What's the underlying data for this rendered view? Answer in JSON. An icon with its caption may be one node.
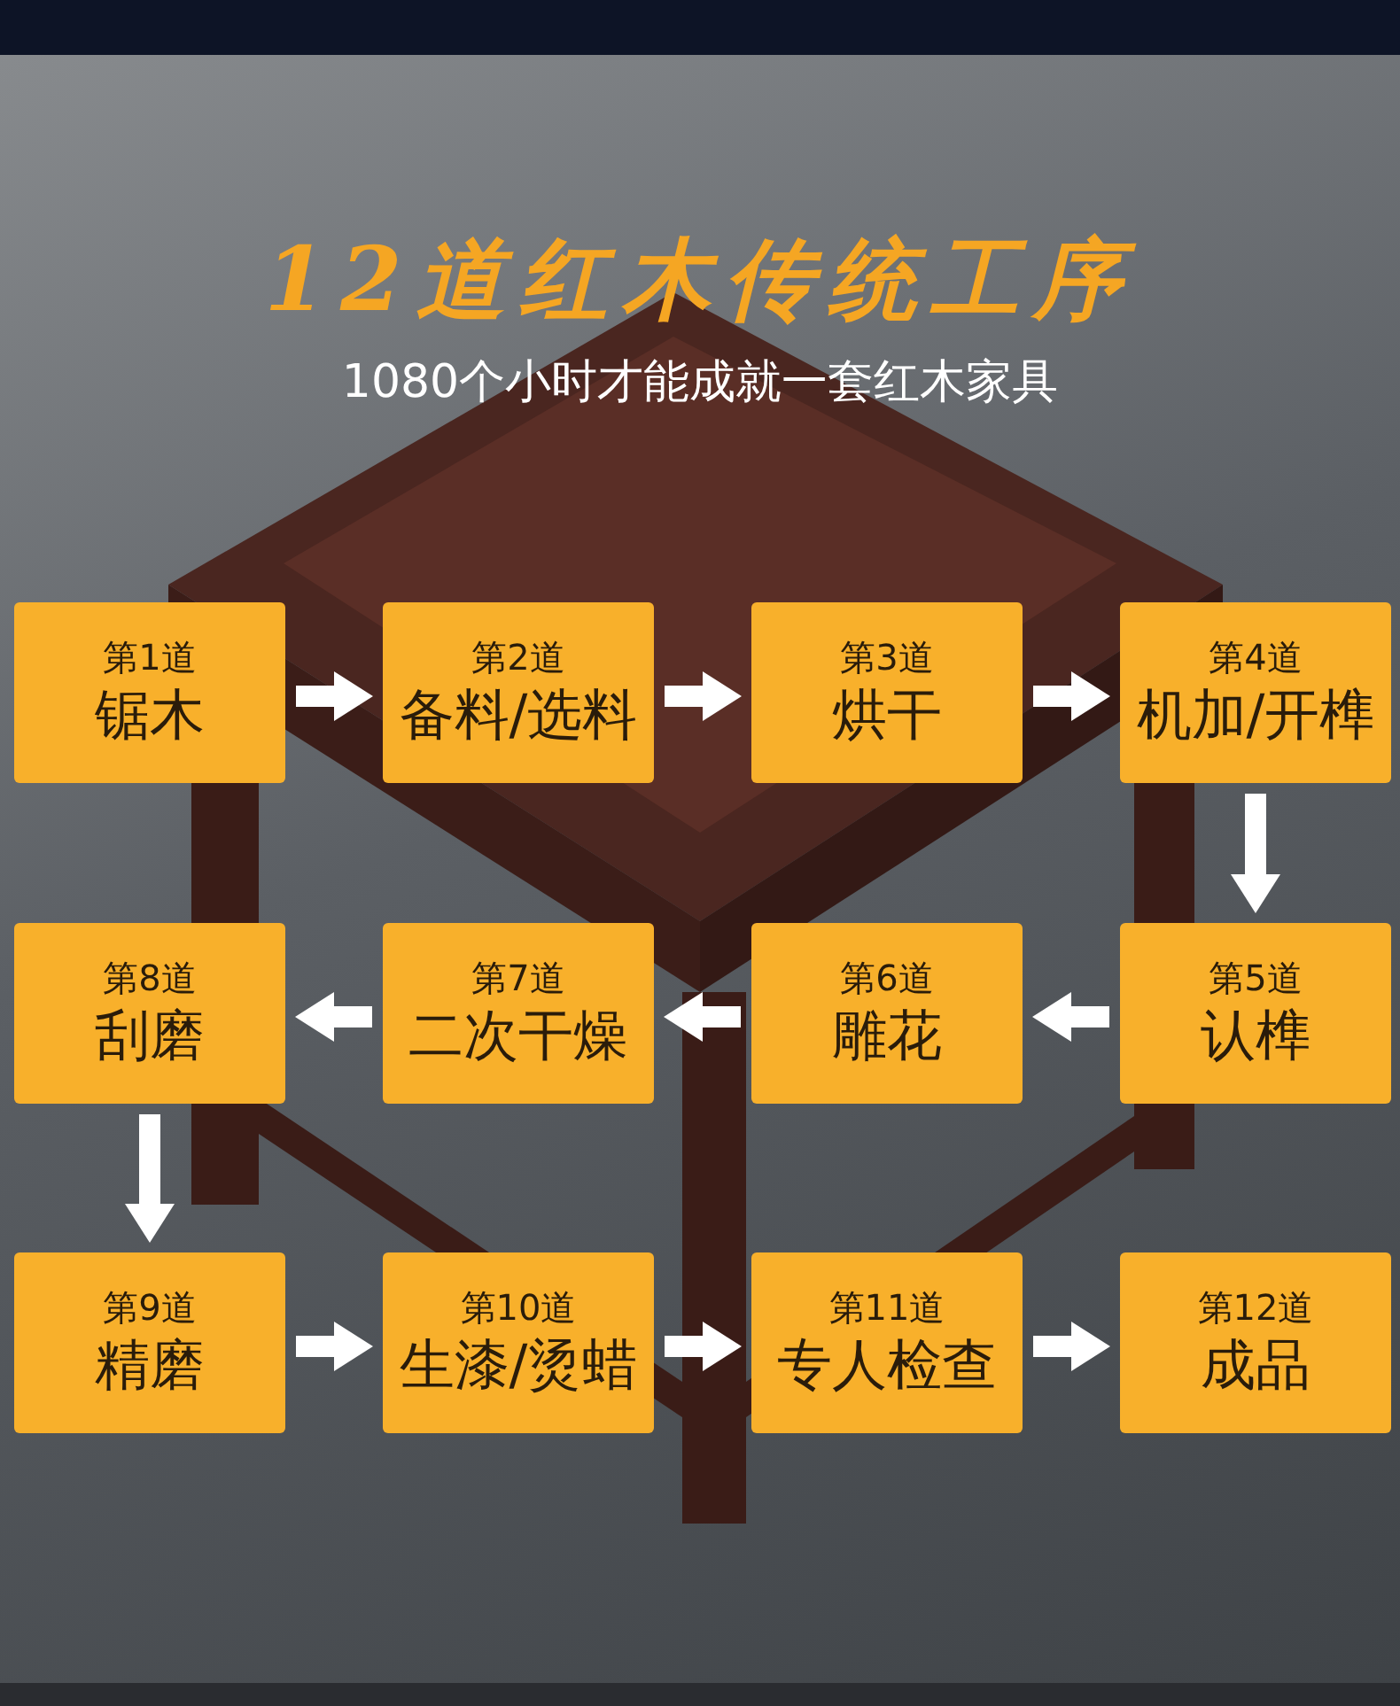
{
  "diagram": {
    "title": "12道红木传统工序",
    "nodes": [
      {
        "text": [
          "第1道",
          "锯木"
        ]
      },
      {
        "text": [
          "第2道",
          "备料/选料"
        ]
      },
      {
        "text": [
          "第3道",
          "烘干"
        ]
      },
      {
        "text": [
          "第4道",
          "机加/开榫"
        ]
      },
      {
        "text": [
          "第5道",
          "认榫"
        ]
      },
      {
        "text": [
          "第6道",
          "雕花"
        ]
      },
      {
        "text": [
          "第7道",
          "二次干燥"
        ]
      },
      {
        "text": [
          "第8道",
          "刮磨"
        ]
      },
      {
        "text": [
          "第9道",
          "精磨"
        ]
      },
      {
        "text": [
          "第10道",
          "生漆/烫蜡"
        ]
      },
      {
        "text": [
          "第11道",
          "专人检查"
        ]
      },
      {
        "text": [
          "第12道",
          "成品"
        ]
      }
    ],
    "edges": [
      {
        "from": 0,
        "to": 1,
        "arrow": "to"
      },
      {
        "from": 1,
        "to": 2,
        "arrow": "to"
      },
      {
        "from": 2,
        "to": 3,
        "arrow": "to"
      },
      {
        "from": 3,
        "to": 4,
        "arrow": "to"
      },
      {
        "from": 4,
        "to": 5,
        "arrow": "to"
      },
      {
        "from": 5,
        "to": 6,
        "arrow": "to"
      },
      {
        "from": 6,
        "to": 7,
        "arrow": "to"
      },
      {
        "from": 7,
        "to": 8,
        "arrow": "to"
      },
      {
        "from": 8,
        "to": 9,
        "arrow": "to"
      },
      {
        "from": 9,
        "to": 10,
        "arrow": "to"
      },
      {
        "from": 10,
        "to": 11,
        "arrow": "to"
      }
    ],
    "labels": [
      "1080个小时才能成就一套红木家具"
    ]
  }
}
